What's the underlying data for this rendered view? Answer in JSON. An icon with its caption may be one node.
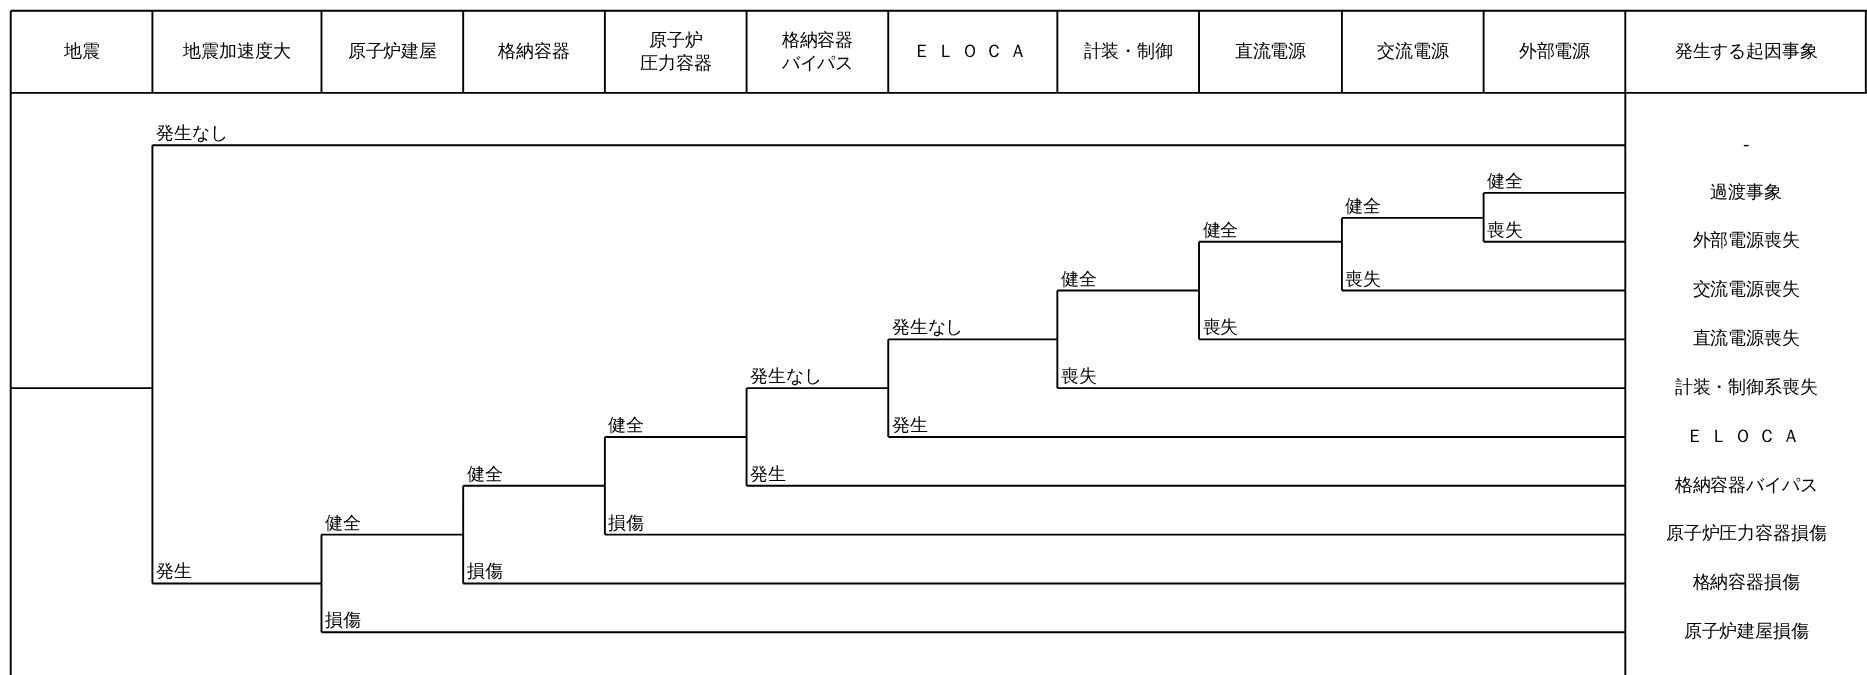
{
  "diagram": {
    "labels": [
      "地震",
      "地震加速度大",
      "原子炉建屋",
      "格納容器",
      "原子炉圧力容器",
      "格納容器バイパス",
      "ＥＬＯＣＡ",
      "計装・制御",
      "直流電源",
      "交流電源",
      "外部電源",
      "発生する起因事象",
      "発生なし",
      "健全",
      "健全",
      "健全",
      "喪失",
      "健全",
      "喪失",
      "発生なし",
      "喪失",
      "発生なし",
      "喪失",
      "健全",
      "発生",
      "健全",
      "発生",
      "健全",
      "損傷",
      "発生",
      "損傷",
      "損傷",
      "-",
      "過渡事象",
      "外部電源喪失",
      "交流電源喪失",
      "直流電源喪失",
      "計装・制御系喪失",
      "ＥＬＯＣＡ",
      "格納容器バイパス",
      "原子炉圧力容器損傷",
      "格納容器損傷",
      "原子炉建屋損傷"
    ]
  }
}
